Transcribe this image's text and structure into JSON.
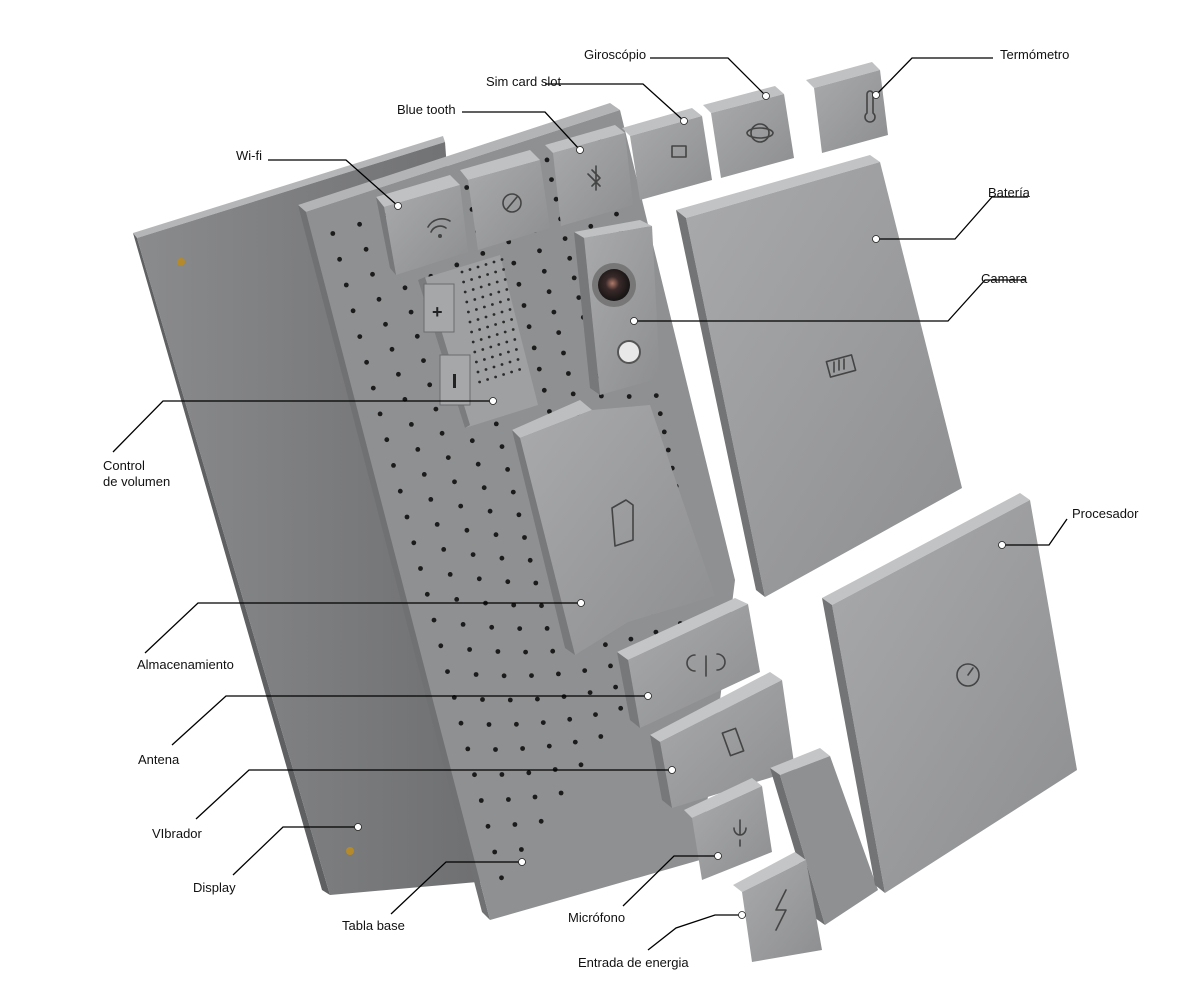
{
  "labels": {
    "giroscopio": "Giroscópio",
    "termometro": "Termómetro",
    "sim_card_slot": "Sim card slot",
    "bluetooth": "Blue tooth",
    "wifi": "Wi-fi",
    "bateria": "Batería",
    "camara": "Camara",
    "control_volumen": [
      "Control",
      "de volumen"
    ],
    "procesador": "Procesador",
    "almacenamiento": "Almacenamiento",
    "antena": "Antena",
    "vibrador": "VIbrador",
    "display": "Display",
    "tabla_base": "Tabla base",
    "microfono": "Micrófono",
    "entrada_energia": "Entrada de energia"
  },
  "icons": [
    "wifi-icon",
    "compass-icon",
    "bluetooth-icon",
    "sim-card-icon",
    "gyroscope-icon",
    "thermometer-icon",
    "battery-icon",
    "camera-lens-icon",
    "flash-icon",
    "storage-icon",
    "antenna-icon",
    "vibration-icon",
    "microphone-icon",
    "power-icon",
    "processor-icon"
  ],
  "colors": {
    "module_gray": "#9b9c9e",
    "module_dark": "#6f7072",
    "board_gray": "#8e8f91",
    "hole": "#1b1b1b",
    "leader": "#000000"
  }
}
